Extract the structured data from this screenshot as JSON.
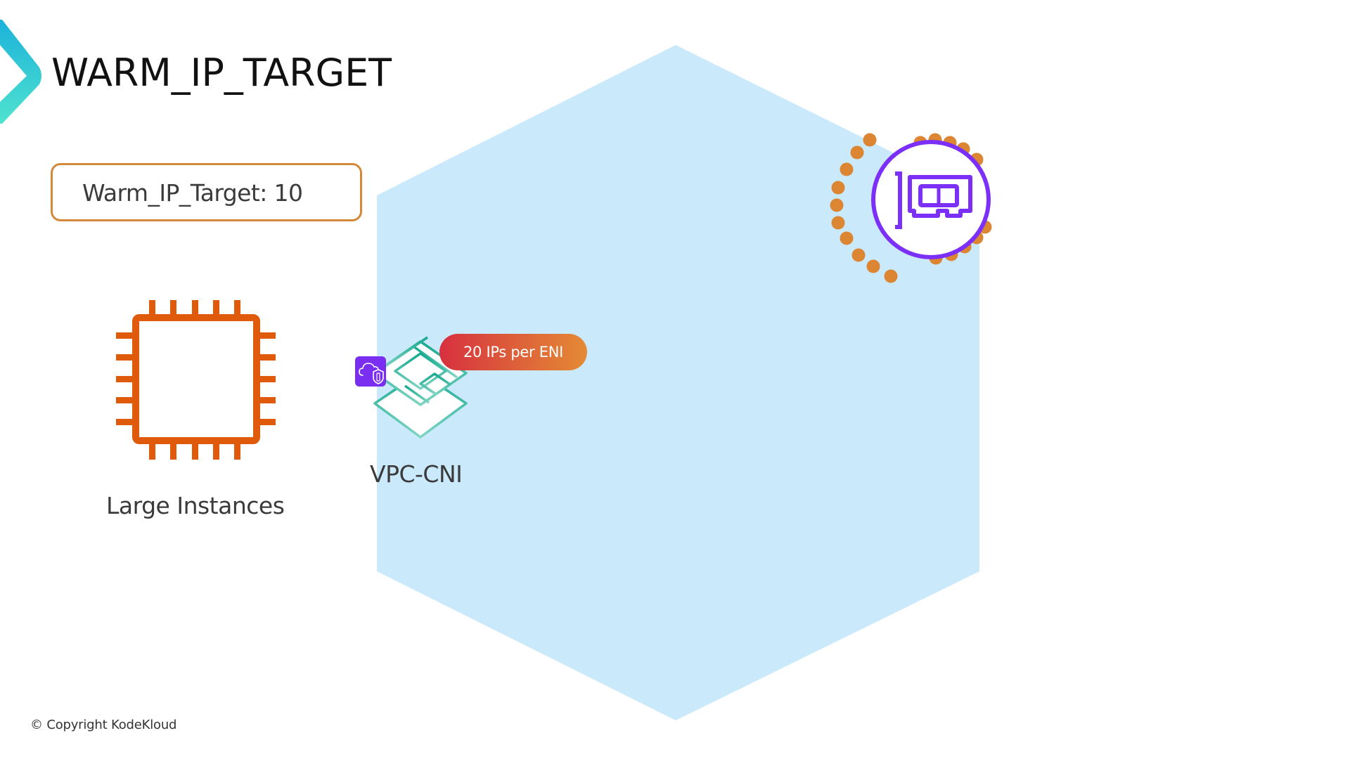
{
  "slide": {
    "title": "WARM_IP_TARGET",
    "copyright": "© Copyright KodeKloud"
  },
  "config": {
    "label": "Warm_IP_Target: 10"
  },
  "instance": {
    "label": "Large Instances",
    "icon": "ec2-chip-icon"
  },
  "vpc_cni": {
    "label": "VPC-CNI",
    "badge": "20 IPs per ENI",
    "icon": "vpc-cni-layers-icon",
    "badge_icon": "cloud-shield-icon"
  },
  "eni": {
    "icon": "network-interface-card-icon",
    "ip_dots_count": 20
  },
  "colors": {
    "title": "#111111",
    "logo_top": "#1CB2DA",
    "logo_bottom": "#4FE3CF",
    "config_border": "#D4893A",
    "chip": "#E05A0C",
    "hexagon": "#CAE9FB",
    "vpc_cni": "#2BB59C",
    "badge_purple": "#7A2FF0",
    "pill_start": "#D7303F",
    "pill_end": "#E48A35",
    "eni_purple": "#7B2FF7",
    "ip_dot": "#DC8533"
  }
}
